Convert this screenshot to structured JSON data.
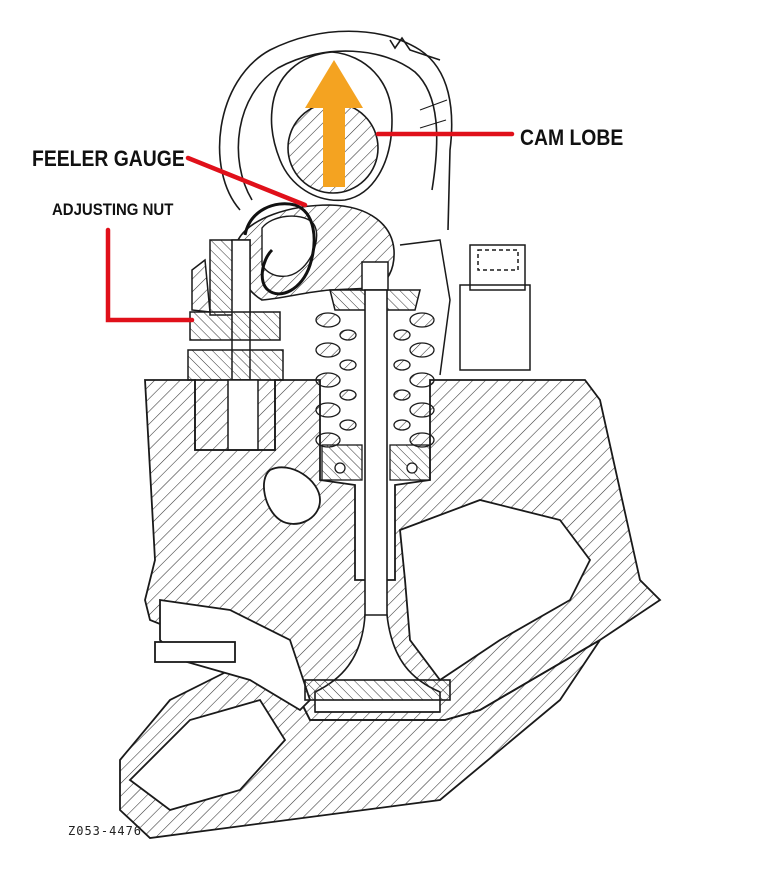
{
  "labels": {
    "cam_lobe": "CAM LOBE",
    "feeler_gauge": "FEELER GAUGE",
    "adjusting_nut": "ADJUSTING NUT",
    "drawing_code": "Z053-4476"
  },
  "colors": {
    "pointer": "#e0101a",
    "arrow": "#f4a321",
    "line": "#1a1a1a",
    "hatch": "#333333"
  }
}
